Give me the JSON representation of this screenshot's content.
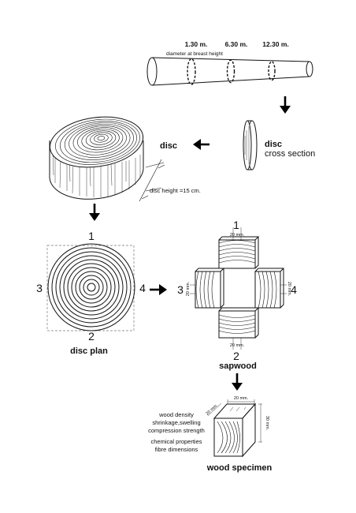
{
  "diagram": {
    "trunk": {
      "heights": [
        "1.30 m.",
        "6.30 m.",
        "12.30 m."
      ],
      "dbh_label": "diameter at breast height"
    },
    "cross_section": {
      "title": "disc",
      "subtitle": "cross section"
    },
    "disc": {
      "title": "disc",
      "height_label": "disc height =15 cm."
    },
    "disc_plan": {
      "title": "disc plan",
      "numbers": [
        "1",
        "2",
        "3",
        "4"
      ]
    },
    "sapwood": {
      "title": "sapwood",
      "numbers": [
        "1",
        "2",
        "3",
        "4"
      ],
      "dim_top": "20 mm.",
      "dim_bottom": "20 mm.",
      "dim_left": "20 mm.",
      "dim_right": "20 mm."
    },
    "specimen": {
      "title": "wood specimen",
      "dim_width": "20 mm.",
      "dim_depth": "20 mm.",
      "dim_height": "30 mm.",
      "properties": [
        "wood density",
        "shrinkage,swelling",
        "compression strength",
        "chemical properties",
        "fibre dimensions"
      ]
    }
  }
}
